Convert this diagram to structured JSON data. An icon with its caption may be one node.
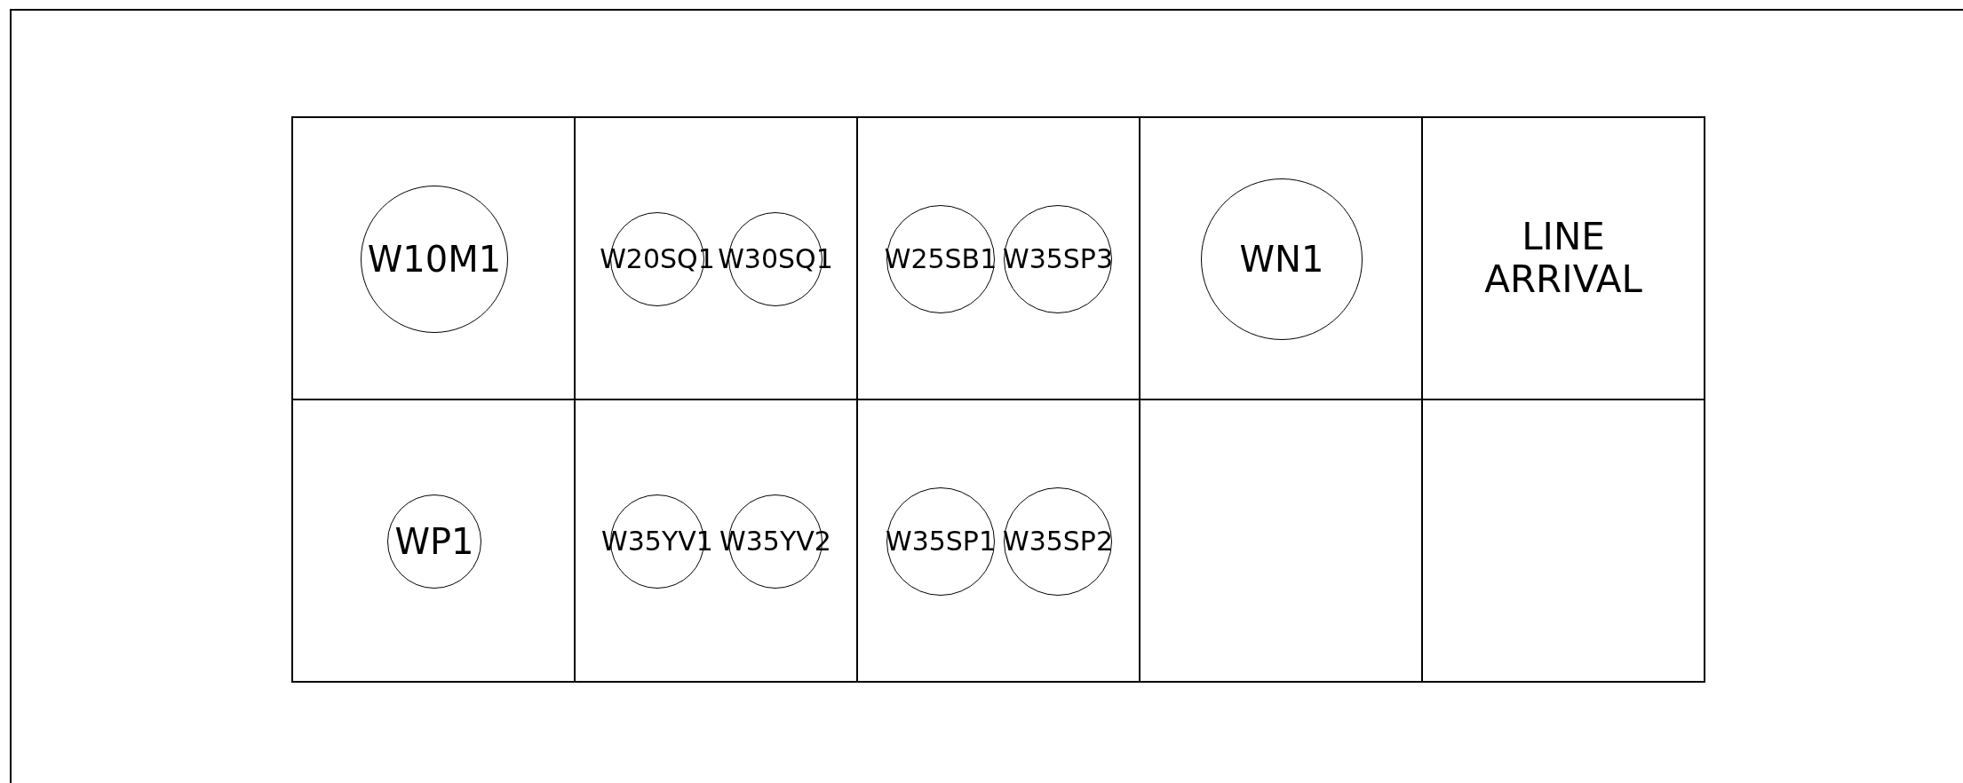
{
  "diagram": {
    "nodes": [
      {
        "text": [],
        "shape": "box"
      },
      {
        "text": [
          "W10M1"
        ],
        "in": 0
      },
      {
        "text": [],
        "shape": "box"
      },
      {
        "text": [
          "W20SQ1"
        ],
        "in": 2
      },
      {
        "text": [
          "W30SQ1"
        ],
        "in": 2
      },
      {
        "text": [],
        "shape": "box"
      },
      {
        "text": [
          "W25SB1"
        ],
        "in": 5
      },
      {
        "text": [
          "W35SP3"
        ],
        "in": 5
      },
      {
        "text": [],
        "shape": "box"
      },
      {
        "text": [
          "WN1"
        ],
        "in": 8
      },
      {
        "text": [
          "LINE ARRIVAL"
        ]
      },
      {
        "text": [],
        "shape": "box"
      },
      {
        "text": [
          "WP1"
        ],
        "in": 11
      },
      {
        "text": [],
        "shape": "box"
      },
      {
        "text": [
          "W35YV1"
        ],
        "in": 13
      },
      {
        "text": [
          "W35YV2"
        ],
        "in": 13
      },
      {
        "text": [],
        "shape": "box"
      },
      {
        "text": [
          "W35SP1"
        ],
        "in": 16
      },
      {
        "text": [
          "W35SP2"
        ],
        "in": 16
      },
      {
        "text": [],
        "shape": "box"
      },
      {
        "text": [],
        "shape": "box"
      }
    ],
    "edges": []
  }
}
